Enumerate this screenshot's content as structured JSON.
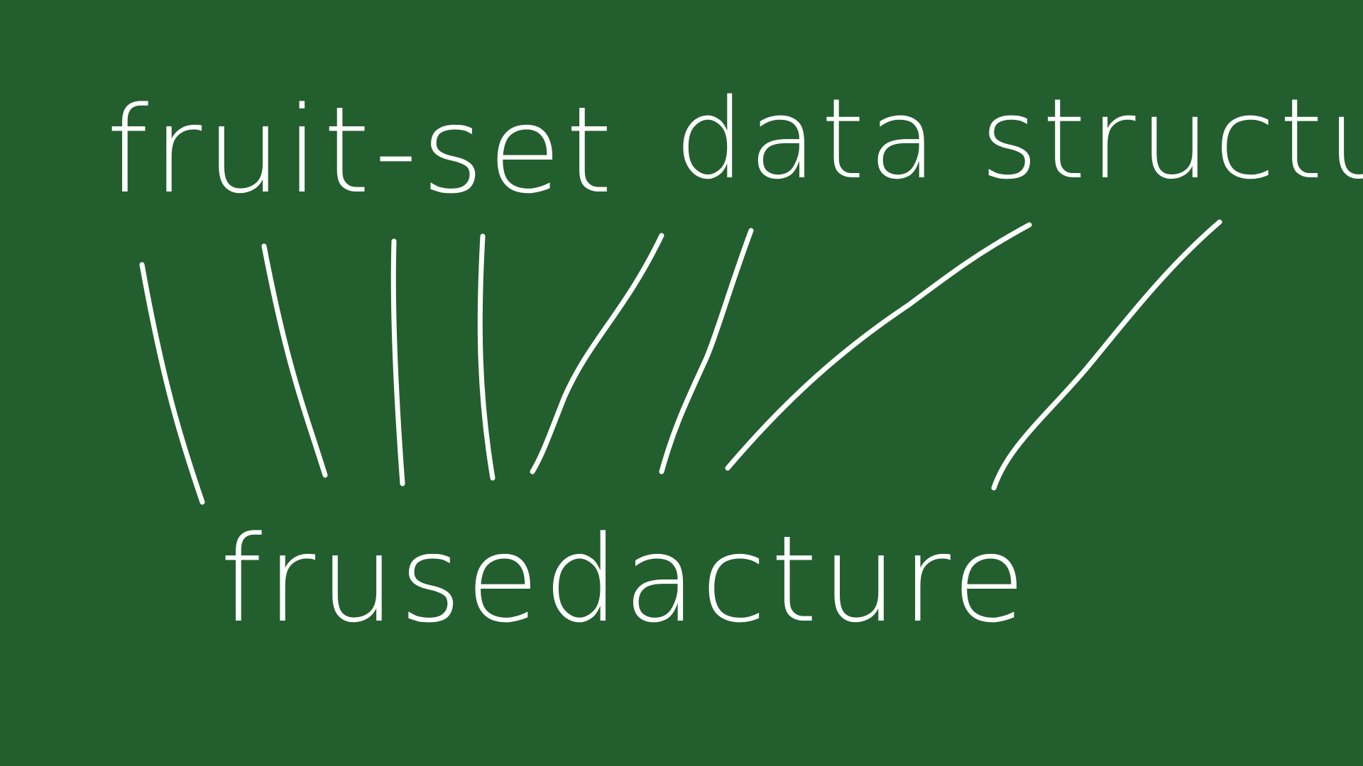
{
  "board": {
    "background_color": "#235F2E",
    "chalk_color": "#FFFFFF"
  },
  "labels": {
    "left_word": "fruit-set",
    "right_word": "data structure",
    "result_word": "frusedacture"
  }
}
